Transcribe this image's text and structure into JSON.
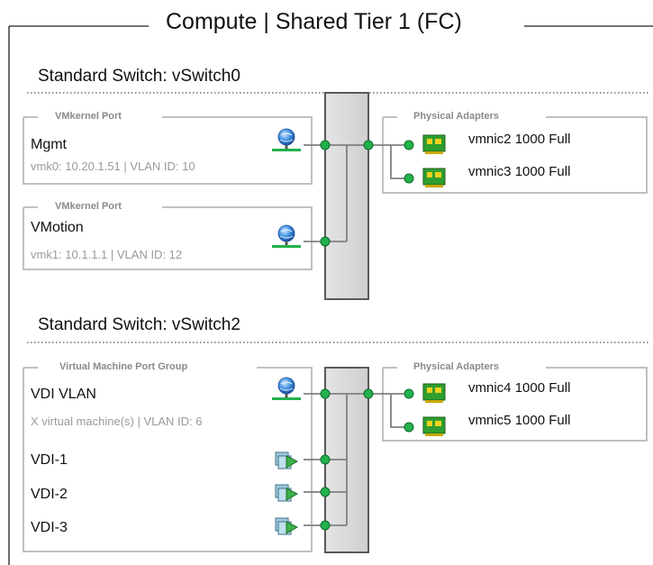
{
  "title": "Compute | Shared Tier 1 (FC)",
  "colors": {
    "node": "#22b14c",
    "switch_fill": "#d9d9d9",
    "switch_stroke": "#595959",
    "group_border": "#c0c0c0",
    "line": "#808080"
  },
  "switch0": {
    "heading": "Standard Switch: vSwitch0",
    "ports": [
      {
        "group_label": "VMkernel Port",
        "name": "Mgmt",
        "sub": "vmk0: 10.20.1.51 | VLAN ID: 10",
        "icon": "vmkernel-globe-icon"
      },
      {
        "group_label": "VMkernel Port",
        "name": "VMotion",
        "sub": "vmk1: 10.1.1.1 | VLAN ID: 12",
        "icon": "vmkernel-globe-icon"
      }
    ],
    "adapters": {
      "label": "Physical Adapters",
      "items": [
        {
          "name": "vmnic2",
          "speed": "1000",
          "duplex": "Full"
        },
        {
          "name": "vmnic3",
          "speed": "1000",
          "duplex": "Full"
        }
      ]
    }
  },
  "switch2": {
    "heading": "Standard Switch: vSwitch2",
    "portgroup": {
      "group_label": "Virtual Machine Port Group",
      "name": "VDI VLAN",
      "sub": "X virtual machine(s) | VLAN ID: 6",
      "icon": "portgroup-globe-icon",
      "vms": [
        "VDI-1",
        "VDI-2",
        "VDI-3"
      ]
    },
    "adapters": {
      "label": "Physical Adapters",
      "items": [
        {
          "name": "vmnic4",
          "speed": "1000",
          "duplex": "Full"
        },
        {
          "name": "vmnic5",
          "speed": "1000",
          "duplex": "Full"
        }
      ]
    }
  }
}
